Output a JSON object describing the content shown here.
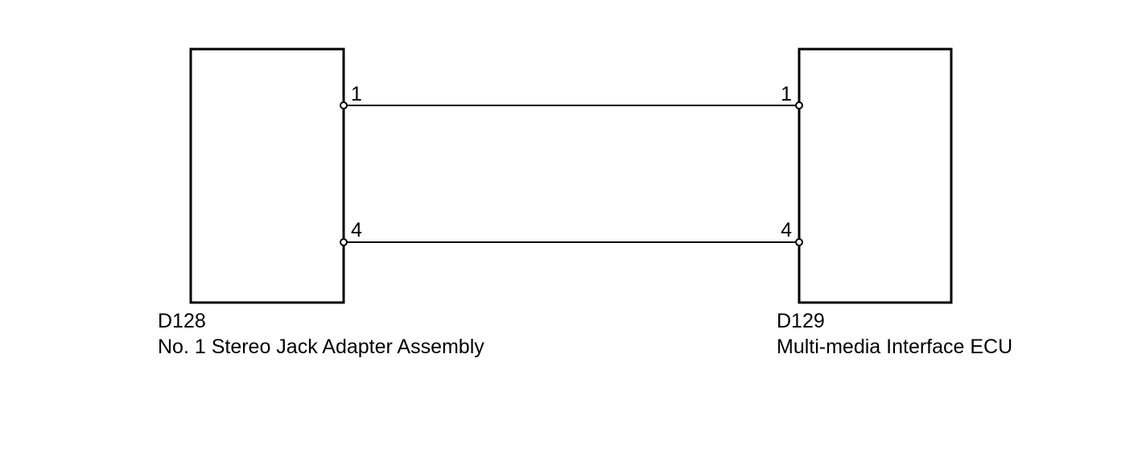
{
  "components": [
    {
      "code": "D128",
      "name": "No. 1 Stereo Jack Adapter Assembly"
    },
    {
      "code": "D129",
      "name": "Multi-media Interface ECU"
    }
  ],
  "wires": [
    {
      "from_pin": "1",
      "to_pin": "1"
    },
    {
      "from_pin": "4",
      "to_pin": "4"
    }
  ],
  "colors": {
    "line": "#000000",
    "background": "#ffffff"
  }
}
